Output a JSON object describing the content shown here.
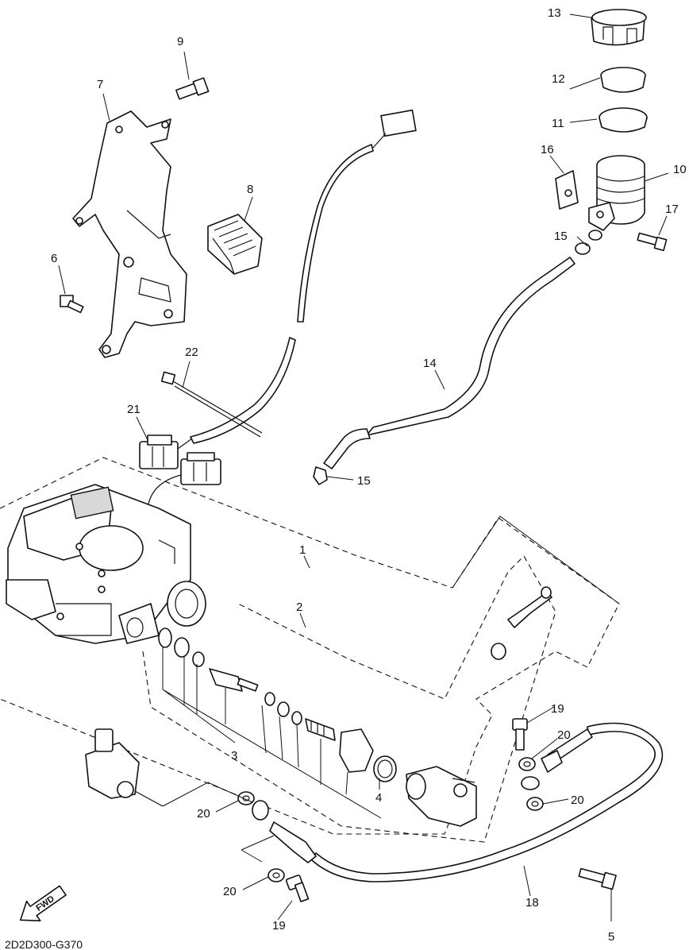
{
  "diagram": {
    "code": "2D2D300-G370",
    "fwd_label": "FWD",
    "callouts": {
      "c1": "1",
      "c2": "2",
      "c3": "3",
      "c4": "4",
      "c5": "5",
      "c6": "6",
      "c7": "7",
      "c8": "8",
      "c9": "9",
      "c10": "10",
      "c11": "11",
      "c12": "12",
      "c13": "13",
      "c14": "14",
      "c15a": "15",
      "c15b": "15",
      "c16": "16",
      "c17": "17",
      "c18": "18",
      "c19a": "19",
      "c19b": "19",
      "c20a": "20",
      "c20b": "20",
      "c20c": "20",
      "c20d": "20",
      "c21": "21",
      "c22": "22"
    }
  }
}
